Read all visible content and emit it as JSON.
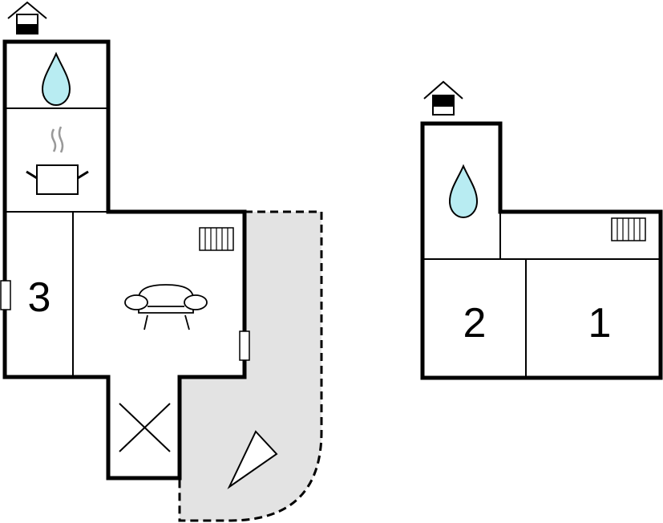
{
  "floor_plans": [
    {
      "id": "left-plan",
      "entrance_icon": "house-entrance-icon",
      "rooms": [
        {
          "name": "bathroom",
          "icon": "water-drop-icon"
        },
        {
          "name": "kitchen",
          "icon": "cooking-pot-icon"
        },
        {
          "name": "bedroom",
          "label": "3"
        },
        {
          "name": "living-room",
          "icon": "sofa-icon",
          "extra_icon": "radiator-icon"
        },
        {
          "name": "storage",
          "icon": "cross-icon"
        },
        {
          "name": "terrace",
          "icon": "terrace-triangle-icon"
        }
      ]
    },
    {
      "id": "right-plan",
      "entrance_icon": "house-entrance-icon",
      "rooms": [
        {
          "name": "bathroom",
          "icon": "water-drop-icon"
        },
        {
          "name": "hallway",
          "icon": "radiator-icon"
        },
        {
          "name": "bedroom",
          "label": "2"
        },
        {
          "name": "bedroom",
          "label": "1"
        }
      ]
    }
  ],
  "colors": {
    "wall": "#000000",
    "terrace_fill": "#e3e3e3",
    "water": "#b8ecf2"
  }
}
